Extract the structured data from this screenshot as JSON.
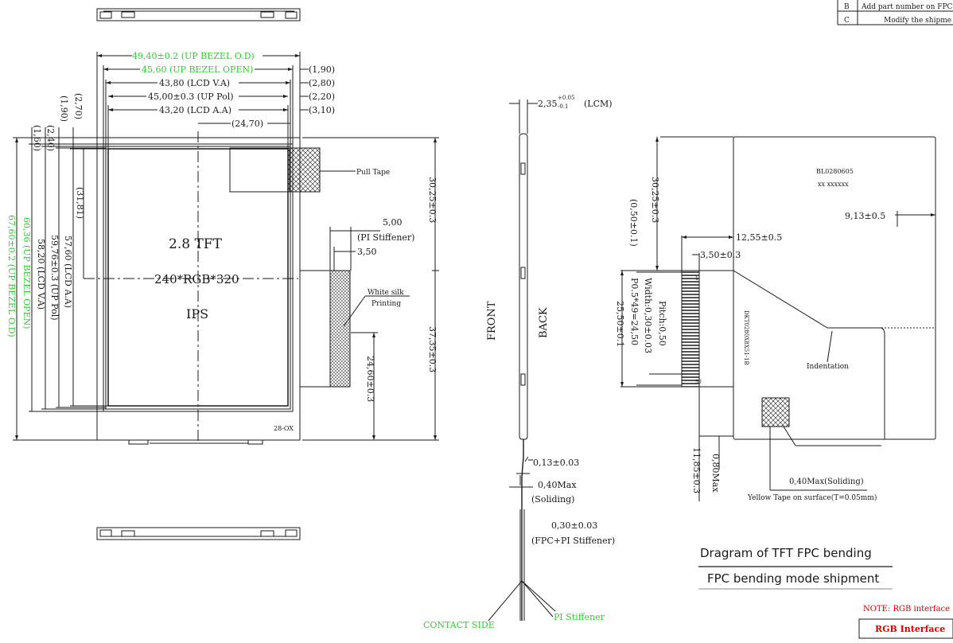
{
  "revisions": [
    {
      "rev": "B",
      "desc": "Add part number on FPC"
    },
    {
      "rev": "C",
      "desc": "Modify the shipme"
    }
  ],
  "top_dims": {
    "up_bezel_od": "49,40±0.2 (UP BEZEL O.D)",
    "up_bezel_open": "45,60 (UP BEZEL OPEN)",
    "lcd_va": "43,80 (LCD V.A)",
    "up_pol": "45,00±0.3 (UP Pol)",
    "lcd_aa": "43,20 (LCD A.A)",
    "center": "(24,70)",
    "r1": "(1,90)",
    "r2": "(2,80)",
    "r3": "(2,20)",
    "r4": "(3,10)"
  },
  "left_dims": {
    "d1": "(1,60)",
    "d2": "(2,40)",
    "d3": "(1,90)",
    "d4": "(2,70)",
    "od": "67,60±0.2 (UP BEZEL O.D)",
    "open": "60,36 (UP BEZEL OPEN)",
    "va": "58,20 (LCD V.A)",
    "pol": "59,76±0.3 (UP Pol)",
    "aa": "57,60 (LCD A.A)",
    "center": "(31,81)"
  },
  "panel": {
    "size": "2.8 TFT",
    "resolution": "240*RGB*320",
    "type": "IPS",
    "model_mark": "28-OX",
    "pull_tape": "Pull Tape",
    "stiffener_w": "5,00",
    "stiffener_label": "(PI Stiffener)",
    "stiffener_gap": "3,50",
    "silk1": "White silk",
    "silk2": "Printing",
    "h_upper": "30,25±0.3",
    "h_lower": "37,35±0.3",
    "h_fpc": "24,60±0.3"
  },
  "side": {
    "thickness": "2,35",
    "tol_plus": "+0.05",
    "tol_minus": "-0.1",
    "lcm": "(LCM)",
    "front": "FRONT",
    "back": "BACK",
    "fpc_t": "0,13±0.03",
    "solid_max": "0,40Max",
    "soliding": "(Soliding)",
    "stack_t": "0,30±0.03",
    "stack_label": "(FPC+PI Stiffener)",
    "contact": "CONTACT SIDE",
    "pi": "PI Stiffener"
  },
  "fpc": {
    "part_no": "BL0280605",
    "lot": "xx xxxxxx",
    "dim_913": "9,13±0.5",
    "dim_1255": "12,55±0.5",
    "dim_350": "3,50±0.3",
    "dim_3025": "30,25±0.3",
    "dim_050": "(0,50±0.1)",
    "width": "Width:0,30±0.03",
    "pitch_total": "P0.5*49=24,50",
    "pitch": "Pitch:0,50",
    "dim_2550": "25,50±0.1",
    "indent": "Indentation",
    "fpc_text": "DKT0280X8X51-1B",
    "dim_1185": "11,85±0.3",
    "dim_080": "0,80Max",
    "solid": "0,40Max(Soliding)",
    "yellow": "Yellow Tape on surface(T=0.05mm)",
    "pin1": "1",
    "pin50": "50"
  },
  "titles": {
    "bending": "Dragram of TFT FPC  bending",
    "shipment": "FPC bending mode shipment"
  },
  "note": "NOTE: RGB interface",
  "interface": "RGB Interface",
  "colors": {
    "green": "#33cc33",
    "red": "#d40000",
    "line": "#1a1a1a"
  }
}
